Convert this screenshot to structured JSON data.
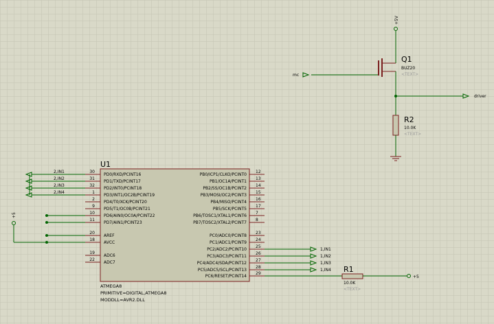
{
  "colors": {
    "background": "#d9d9c8",
    "grid": "#c4c4b2",
    "wire": "#006400",
    "body_fill": "#c8c8b0",
    "body_stroke": "#7a1f1f",
    "pin": "#7a1f1f",
    "text": "#000000",
    "placeholder": "#9a9a9a"
  },
  "u1": {
    "ref": "U1",
    "part": "ATMEGA8",
    "primitive": "PRIMITIVE=DIGITAL,ATMEGA8",
    "model": "MODDLL=AVR2.DLL",
    "left_pins": [
      {
        "num": "30",
        "name": "PD0/RXD/PCINT16"
      },
      {
        "num": "31",
        "name": "PD1/TXD/PCINT17"
      },
      {
        "num": "32",
        "name": "PD2/INT0/PCINT18"
      },
      {
        "num": "1",
        "name": "PD3/INT1/OC2B/PCINT19"
      },
      {
        "num": "2",
        "name": "PD4/T0/XCK/PCINT20"
      },
      {
        "num": "9",
        "name": "PD5/T1/OC0B/PCINT21"
      },
      {
        "num": "10",
        "name": "PD6/AIN0/OC0A/PCINT22"
      },
      {
        "num": "11",
        "name": "PD7/AIN1/PCINT23"
      },
      {
        "num": "20",
        "name": "AREF"
      },
      {
        "num": "18",
        "name": "AVCC"
      },
      {
        "num": "19",
        "name": "ADC6"
      },
      {
        "num": "22",
        "name": "ADC7"
      }
    ],
    "right_pins": [
      {
        "num": "12",
        "name": "PB0/ICP1/CLKO/PCINT0"
      },
      {
        "num": "13",
        "name": "PB1/OC1A/PCINT1"
      },
      {
        "num": "14",
        "name": "PB2/SS/OC1B/PCINT2"
      },
      {
        "num": "15",
        "name": "PB3/MOSI/OC2/PCINT3"
      },
      {
        "num": "16",
        "name": "PB4/MISO/PCINT4"
      },
      {
        "num": "17",
        "name": "PB5/SCK/PCINT5"
      },
      {
        "num": "7",
        "name": "PB6/TOSC1/XTAL1/PCINT6"
      },
      {
        "num": "8",
        "name": "PB7/TOSC2/XTAL2/PCINT7"
      },
      {
        "num": "23",
        "name": "PC0/ADC0/PCINT8"
      },
      {
        "num": "24",
        "name": "PC1/ADC1/PCINT9"
      },
      {
        "num": "25",
        "name": "PC2/ADC2/PCINT10"
      },
      {
        "num": "26",
        "name": "PC3/ADC3/PCINT11"
      },
      {
        "num": "27",
        "name": "PC4/ADC4/SDA/PCINT12"
      },
      {
        "num": "28",
        "name": "PC5/ADC5/SCL/PCINT13"
      },
      {
        "num": "29",
        "name": "PC6/RESET/PCINT14"
      }
    ]
  },
  "left_terminals": [
    "2,IN1",
    "2,IN2",
    "2,IN3",
    "2,IN4"
  ],
  "right_terminals": [
    "1,IN1",
    "1,IN2",
    "1,IN3",
    "1,IN4"
  ],
  "q1": {
    "ref": "Q1",
    "part": "BUZ20",
    "text": "<TEXT>"
  },
  "r1": {
    "ref": "R1",
    "value": "10.0K",
    "text": "<TEXT>"
  },
  "r2": {
    "ref": "R2",
    "value": "10.0K",
    "text": "<TEXT>"
  },
  "power": {
    "vcc_left": "+5",
    "vcc_top": "+5V",
    "vcc_right": "+5"
  },
  "nets": {
    "gate_in": "mc",
    "drain_out": "driver"
  }
}
